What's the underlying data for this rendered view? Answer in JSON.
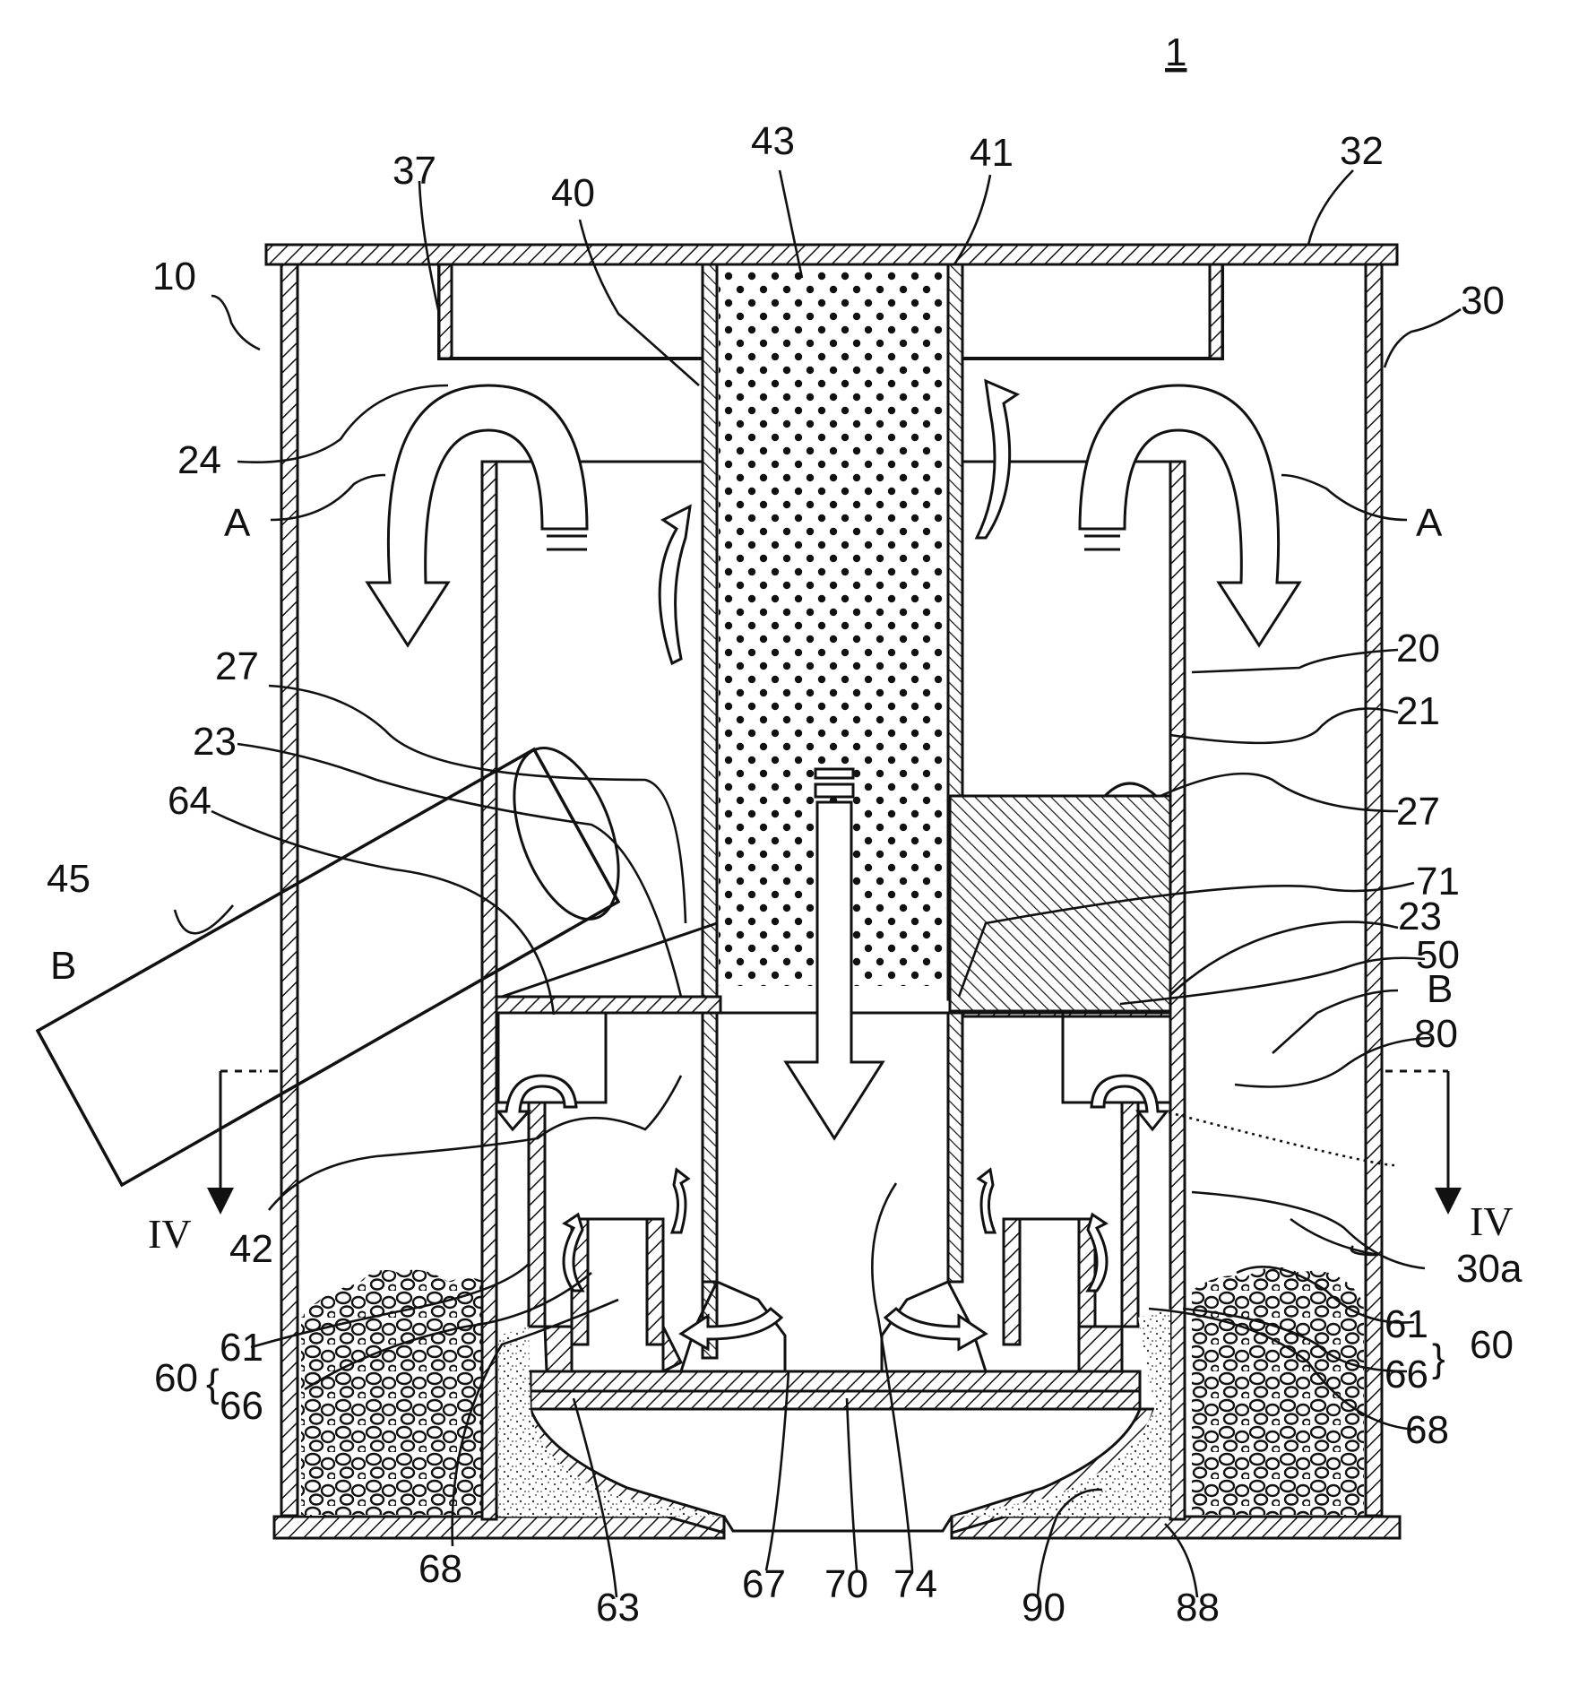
{
  "figure": {
    "number": "1",
    "labels": {
      "l10": "10",
      "l37": "37",
      "l40": "40",
      "l43": "43",
      "l41": "41",
      "l32": "32",
      "l30": "30",
      "l24": "24",
      "lA_left": "A",
      "lA_right": "A",
      "l20": "20",
      "l21": "21",
      "l27_left": "27",
      "l27_right": "27",
      "l23_left": "23",
      "l23_right": "23",
      "l64": "64",
      "l45": "45",
      "l71": "71",
      "l50": "50",
      "lB_left": "B",
      "lB_right": "B",
      "l80": "80",
      "lIV_left": "IV",
      "lIV_right": "IV",
      "l42": "42",
      "l30a": "30a",
      "l61_left": "61",
      "l60_left": "60",
      "l66_left": "66",
      "l61_right": "61",
      "l60_right": "60",
      "l66_right": "66",
      "l68_right": "68",
      "l68_bottom": "68",
      "l63": "63",
      "l67": "67",
      "l70": "70",
      "l74": "74",
      "l90": "90",
      "l88": "88"
    }
  }
}
